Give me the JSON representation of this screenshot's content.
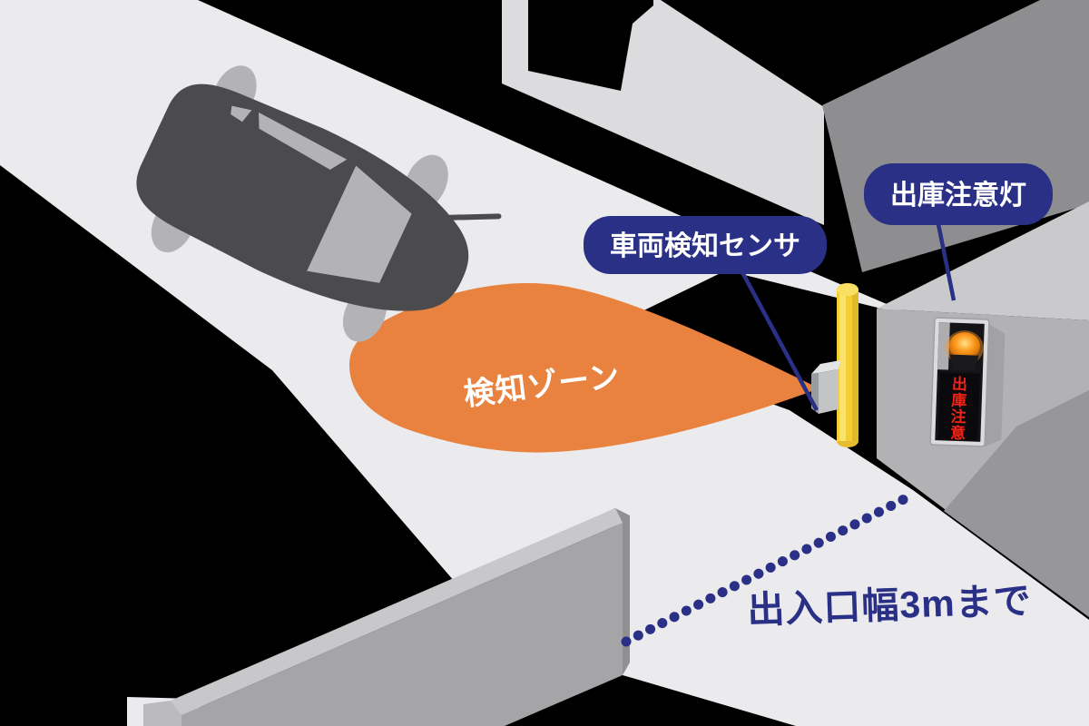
{
  "callouts": {
    "sensor": {
      "label": "車両検知センサ"
    },
    "exit_light": {
      "label": "出庫注意灯"
    }
  },
  "zone": {
    "label": "検知ゾーン"
  },
  "entrance": {
    "label": "出入口幅3mまで"
  },
  "warning_light": {
    "text": "出庫注意",
    "chars": [
      "出",
      "庫",
      "注",
      "意"
    ]
  },
  "colors": {
    "background": "#000000",
    "road": "#ebebed",
    "navy": "#2b3087",
    "orange": "#e8823e",
    "pole_yellow": "#f3cf35",
    "alert_red": "#f32318",
    "car_body": "#4b4b4d",
    "car_glass": "#b3b3b5",
    "wall_light": "#dcdcde",
    "wall_top": "#cacacc",
    "wall_front": "#b2b2b4",
    "wall_dark": "#8e8e90",
    "label_text": "#ffffff"
  }
}
